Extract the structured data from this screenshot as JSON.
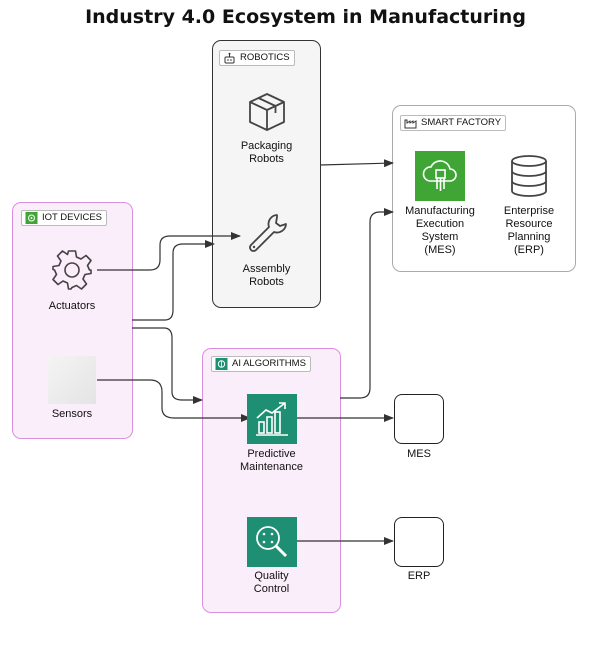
{
  "title": "Industry 4.0 Ecosystem in Manufacturing",
  "groups": {
    "robotics": "ROBOTICS",
    "iot": "IOT DEVICES",
    "ai": "AI ALGORITHMS",
    "smart": "SMART FACTORY"
  },
  "nodes": {
    "packaging": "Packaging\nRobots",
    "assembly": "Assembly\nRobots",
    "actuators": "Actuators",
    "sensors": "Sensors",
    "predictive": "Predictive\nMaintenance",
    "quality": "Quality\nControl",
    "mes_system": "Manufacturing\nExecution\nSystem\n(MES)",
    "erp_system": "Enterprise\nResource\nPlanning\n(ERP)",
    "mes": "MES",
    "erp": "ERP"
  },
  "icons": {
    "packaging": "package-box-icon",
    "assembly": "wrench-icon",
    "actuators": "gear-icon",
    "sensors": "sensor-placeholder-icon",
    "predictive": "growth-chart-icon",
    "quality": "magnifier-icon",
    "mes_system": "cloud-chip-icon",
    "erp_system": "database-icon"
  },
  "colors": {
    "ai_tile": "#1f8f73",
    "mes_tile": "#3fa535",
    "group_pink": "#d890dc"
  }
}
